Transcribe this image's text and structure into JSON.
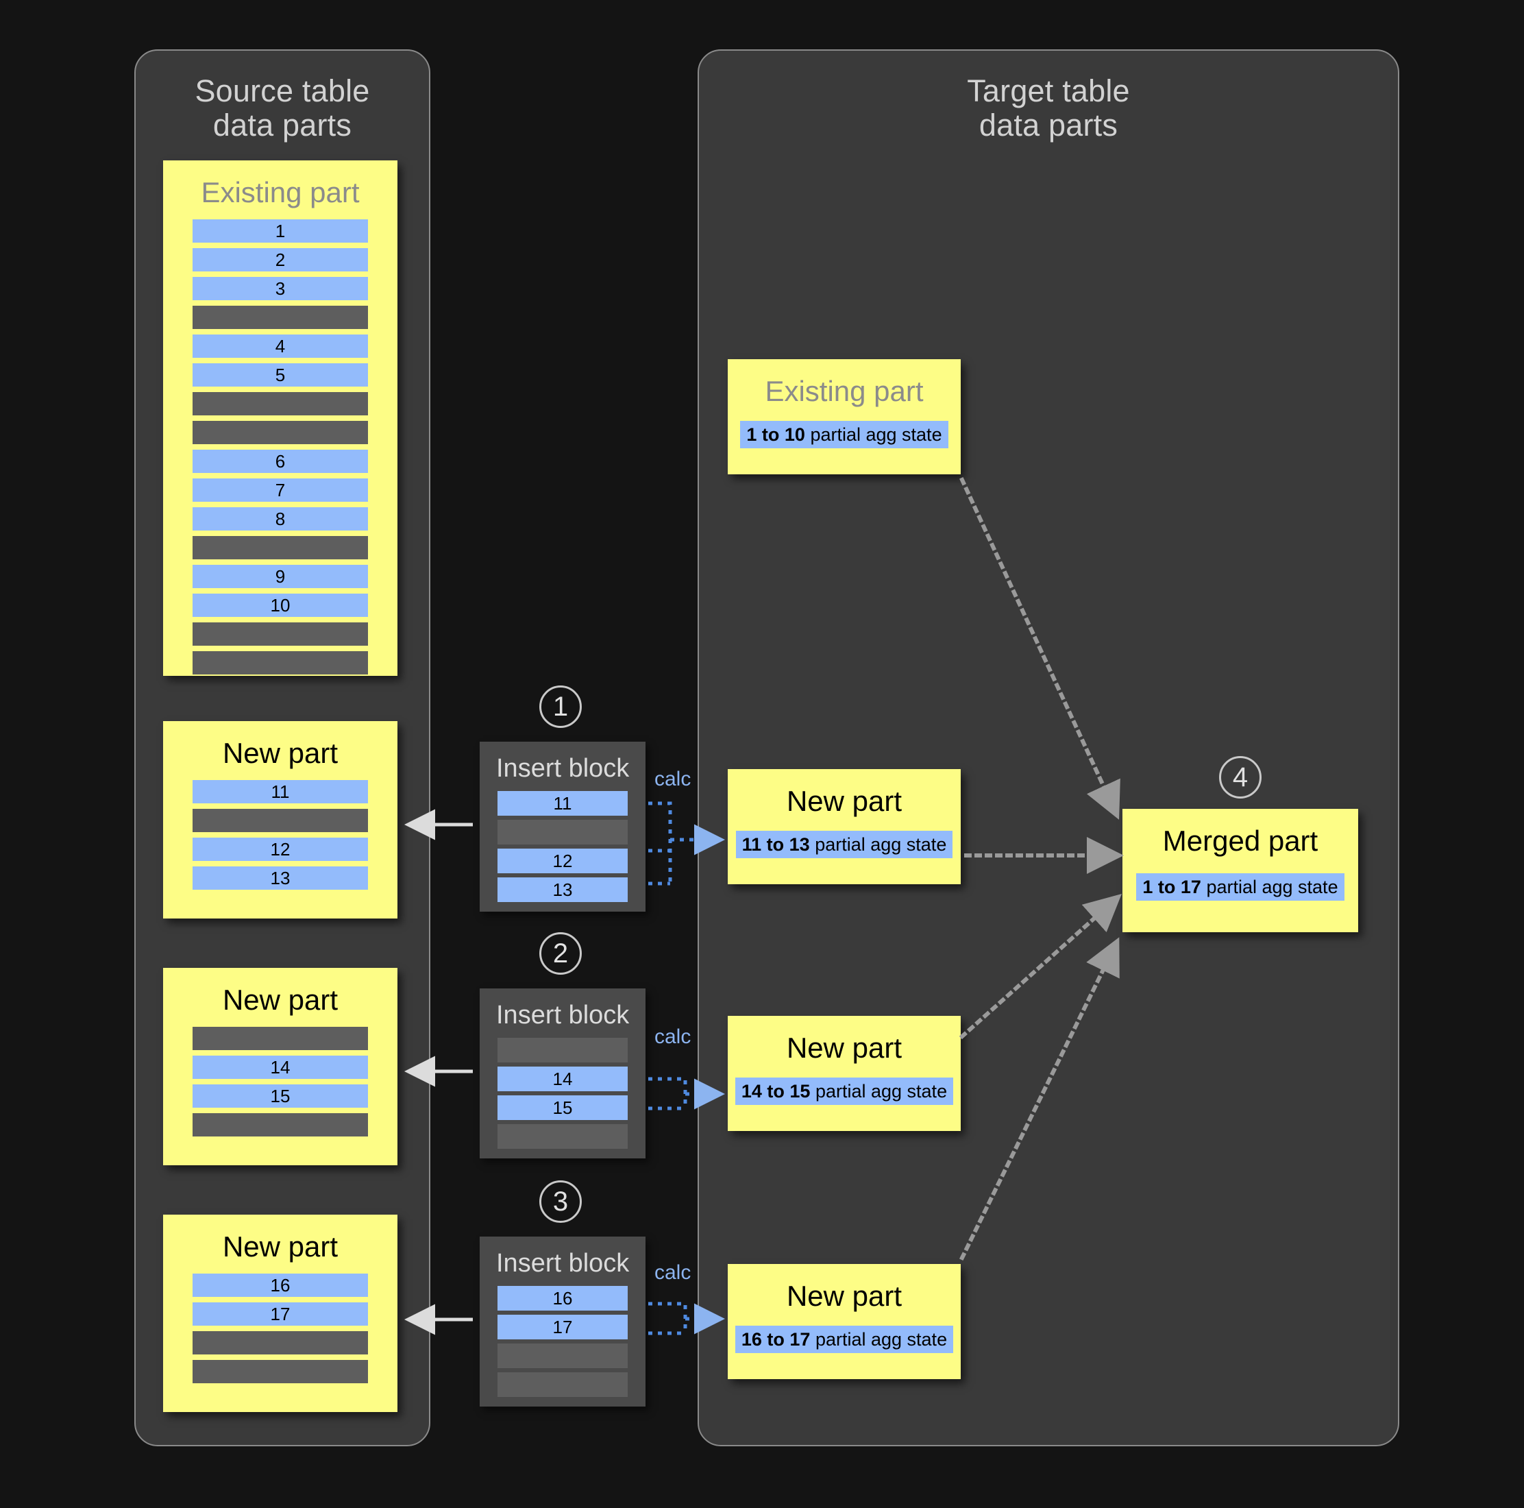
{
  "panels": {
    "source": {
      "title": "Source table\ndata parts"
    },
    "target": {
      "title": "Target table\ndata parts"
    }
  },
  "source_parts": [
    {
      "name": "source-existing-part",
      "title": "Existing part",
      "title_muted": true,
      "rows": [
        "1",
        "2",
        "3",
        "",
        "4",
        "5",
        "",
        "",
        "6",
        "7",
        "8",
        "",
        "9",
        "10",
        "",
        ""
      ]
    },
    {
      "name": "source-new-part-1",
      "title": "New part",
      "title_muted": false,
      "rows": [
        "11",
        "",
        "12",
        "13"
      ]
    },
    {
      "name": "source-new-part-2",
      "title": "New part",
      "title_muted": false,
      "rows": [
        "",
        "14",
        "15",
        ""
      ]
    },
    {
      "name": "source-new-part-3",
      "title": "New part",
      "title_muted": false,
      "rows": [
        "16",
        "17",
        "",
        ""
      ]
    }
  ],
  "insert_blocks": [
    {
      "step": "1",
      "title": "Insert block",
      "rows": [
        "11",
        "",
        "12",
        "13"
      ],
      "calc_label": "calc"
    },
    {
      "step": "2",
      "title": "Insert block",
      "rows": [
        "",
        "14",
        "15",
        ""
      ],
      "calc_label": "calc"
    },
    {
      "step": "3",
      "title": "Insert block",
      "rows": [
        "16",
        "17",
        "",
        ""
      ],
      "calc_label": "calc"
    }
  ],
  "target_parts": [
    {
      "name": "target-existing-part",
      "title": "Existing part",
      "title_muted": true,
      "range": "1 to 10",
      "agg_suffix": " partial agg state"
    },
    {
      "name": "target-new-part-1",
      "title": "New part",
      "title_muted": false,
      "range": "11 to 13",
      "agg_suffix": " partial agg state"
    },
    {
      "name": "target-new-part-2",
      "title": "New part",
      "title_muted": false,
      "range": "14 to 15",
      "agg_suffix": " partial agg state"
    },
    {
      "name": "target-new-part-3",
      "title": "New part",
      "title_muted": false,
      "range": "16 to 17",
      "agg_suffix": " partial agg state"
    }
  ],
  "merged_part": {
    "step": "4",
    "title": "Merged part",
    "range": "1 to 17",
    "agg_suffix": " partial agg state"
  },
  "colors": {
    "background": "#141414",
    "panel_fill": "#3a3a3a",
    "panel_border": "#8a8a8a",
    "part_yellow": "#fdfd86",
    "row_blue": "#93bbfb",
    "row_gray": "#5e5e5e",
    "insert_fill": "#4a4a4a",
    "calc_blue": "#8cb4f0",
    "merge_arrow": "#9a9a9a",
    "insert_arrow": "#dcdcdc",
    "title_text": "#d2d2d2",
    "muted_title": "#8b8b8b"
  }
}
